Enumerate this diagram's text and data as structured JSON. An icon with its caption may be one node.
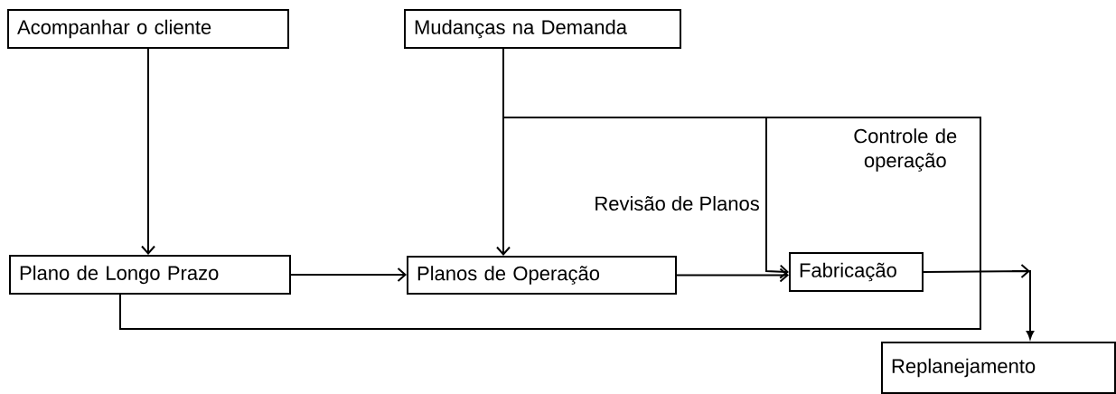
{
  "diagram": {
    "nodes": [
      {
        "text": [
          "Acompanhar o cliente"
        ]
      },
      {
        "text": [
          "Mudanças na Demanda"
        ]
      },
      {
        "text": [
          "Plano de Longo Prazo"
        ]
      },
      {
        "text": [
          "Planos de Operação"
        ]
      },
      {
        "text": [
          "Fabricação"
        ]
      },
      {
        "text": [
          "Replanejamento"
        ]
      }
    ],
    "edges": [
      {
        "from": 0,
        "to": 2,
        "arrow": "to"
      },
      {
        "from": 1,
        "to": 3,
        "arrow": "to"
      },
      {
        "from": 2,
        "to": 3,
        "arrow": "to"
      },
      {
        "from": 3,
        "to": 4,
        "arrow": "to"
      },
      {
        "from": 1,
        "to": 4,
        "arrow": "to",
        "label": "Revisão de Planos"
      },
      {
        "from": 1,
        "to": 2,
        "arrow": "none",
        "label": "Controle de operação"
      },
      {
        "from": 4,
        "to": 5,
        "arrow": "to"
      }
    ]
  }
}
